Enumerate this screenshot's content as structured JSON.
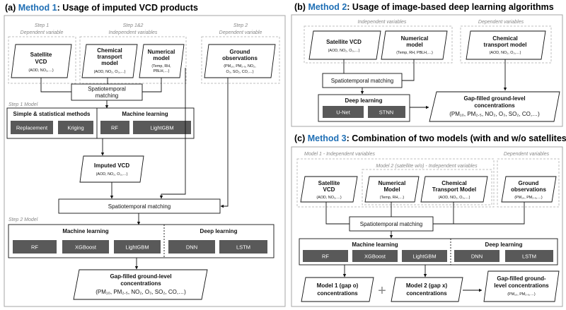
{
  "panel_a": {
    "title_prefix": "(a) ",
    "method": "Method 1",
    "title_rest": ": Usage of imputed VCD products",
    "step1_dep": "Step 1",
    "step1_dep2": "Dependent variable",
    "step12": "Step 1&2",
    "step12b": "Independent variables",
    "step2_dep": "Step 2",
    "step2_dep2": "Dependent variable",
    "sat_l1": "Satellite",
    "sat_l2": "VCD",
    "sat_sub": "(AOD, NO₂,…)",
    "ctm_l1": "Chemical",
    "ctm_l2": "transport",
    "ctm_l3": "model",
    "ctm_sub": "(AOD, NO₂, O₃,…)",
    "num_l1": "Numerical",
    "num_l2": "model",
    "num_sub1": "(Temp, RH,",
    "num_sub2": "PBLH,…)",
    "gnd_l1": "Ground",
    "gnd_l2": "observations",
    "gnd_sub1": "(PM₁₀, PM₂.₅, NO₂,",
    "gnd_sub2": "O₃, SO₂, CO,…)",
    "stm1_l1": "Spatiotemporal",
    "stm1_l2": "matching",
    "step1_model": "Step 1 Model",
    "simple_title": "Simple & statistical methods",
    "ml_title": "Machine learning",
    "m_replacement": "Replacement",
    "m_kriging": "Kriging",
    "m_rf": "RF",
    "m_lightgbm": "LightGBM",
    "imp_title": "Imputed VCD",
    "imp_sub": "(AOD, NO₂, O₃,…)",
    "stm2": "Spatiotemporal matching",
    "step2_model": "Step 2 Model",
    "ml2_title": "Machine learning",
    "dl2_title": "Deep learning",
    "m2_rf": "RF",
    "m2_xgboost": "XGBoost",
    "m2_lightgbm": "LightGBM",
    "m2_dnn": "DNN",
    "m2_lstm": "LSTM",
    "out_l1": "Gap-filled ground-level",
    "out_l2": "concentrations",
    "out_l3": "(PM₁₀, PM₂.₅, NO₂, O₃, SO₂, CO,…)"
  },
  "panel_b": {
    "title_prefix": "(b) ",
    "method": "Method 2",
    "title_rest": ": Usage of image-based deep learning algorithms",
    "indep": "Independent variables",
    "dep": "Dependent variables",
    "sat_l1": "Satellite VCD",
    "sat_sub": "(AOD, NO₂, O₃,…)",
    "num_l1": "Numerical",
    "num_l2": "model",
    "num_sub": "(Temp, RH, PBLH,…)",
    "ctm_l1": "Chemical",
    "ctm_l2": "transport model",
    "ctm_sub": "(AOD, NO₂, O₃,…)",
    "stm": "Spatiotemporal matching",
    "dl_title": "Deep learning",
    "m_unet": "U-Net",
    "m_stnn": "STNN",
    "out_l1": "Gap-filled ground-level",
    "out_l2": "concentrations",
    "out_l3": "(PM₁₀, PM₂.₅, NO₂, O₃, SO₂, CO,…)"
  },
  "panel_c": {
    "title_prefix": "(c) ",
    "method": "Method 3",
    "title_rest": ": Combination of two models (with and w/o satellites)",
    "model1_indep": "Model 1 - Independent variables",
    "model2_indep": "Model 2 (satellite w/o) - Independent variables",
    "dep": "Dependent variables",
    "sat_l1": "Satellite",
    "sat_l2": "VCD",
    "sat_sub": "(AOD, NO₂,…)",
    "num_l1": "Numerical",
    "num_l2": "Model",
    "num_sub": "(Temp, RH,…)",
    "ctm_l1": "Chemical",
    "ctm_l2": "Transport Model",
    "ctm_sub": "(AOD, NO₂, O₃,…)",
    "gnd_l1": "Ground",
    "gnd_l2": "observations",
    "gnd_sub": "(PM₁₀, PM₂.₅,…)",
    "stm": "Spatiotemporal matching",
    "ml_title": "Machine learning",
    "dl_title": "Deep learning",
    "m_rf": "RF",
    "m_xgboost": "XGBoost",
    "m_lightgbm": "LightGBM",
    "m_dnn": "DNN",
    "m_lstm": "LSTM",
    "model1_l1": "Model 1 (gap o)",
    "model1_l2": "concentrations",
    "plus": "+",
    "model2_l1": "Model 2 (gap x)",
    "model2_l2": "concentrations",
    "out_l1": "Gap-filled ground-",
    "out_l2": "level concentrations",
    "out_l3": "(PM₁₀, PM₂.₅,…)"
  },
  "colors": {
    "accent_blue": "#1f6fb5",
    "method_box": "#595959",
    "panel_border": "#a6a6a6",
    "dashed": "#bfbfbf",
    "label_gray": "#888888"
  }
}
